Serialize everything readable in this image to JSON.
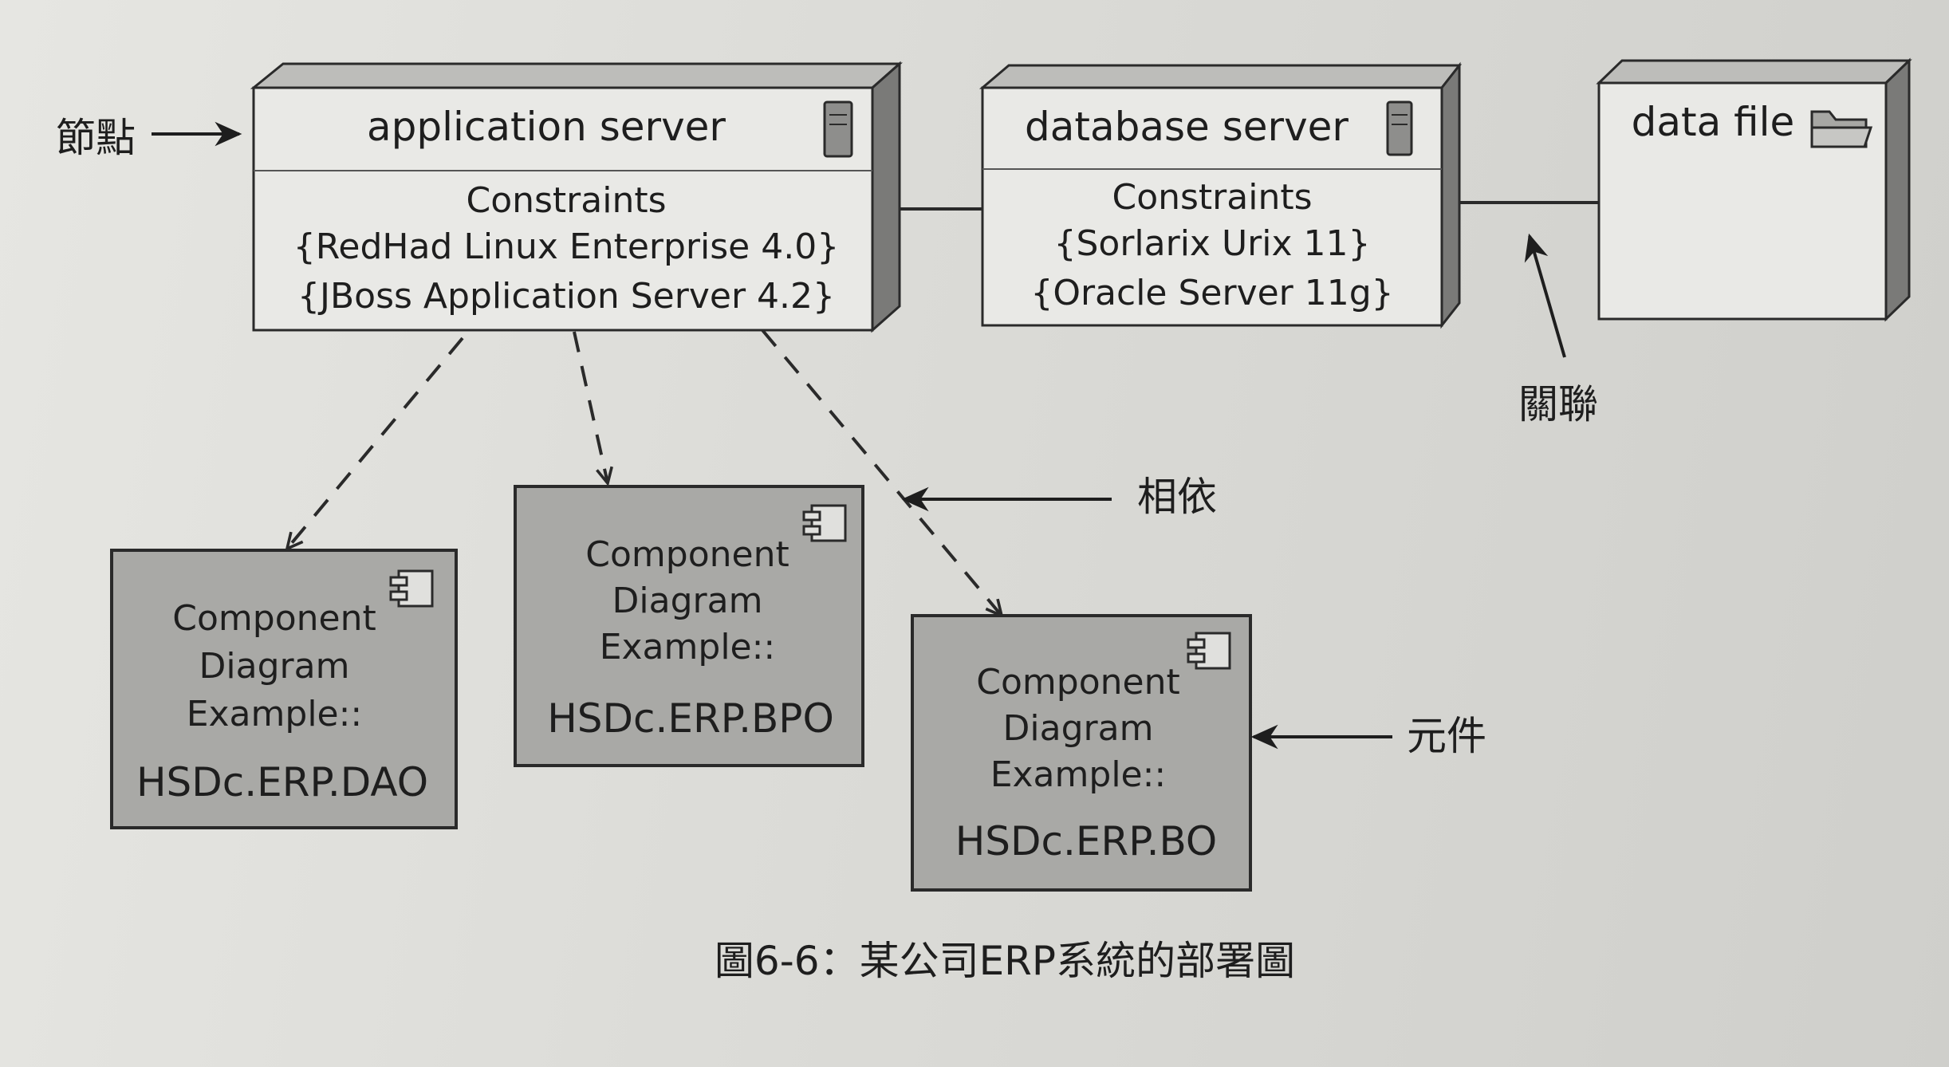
{
  "nodes": {
    "app_server": {
      "title": "application server",
      "constraints_label": "Constraints",
      "constraints": [
        "{RedHad Linux Enterprise 4.0}",
        "{JBoss Application Server 4.2}"
      ]
    },
    "db_server": {
      "title": "database server",
      "constraints_label": "Constraints",
      "constraints": [
        "{Sorlarix Urix 11}",
        "{Oracle Server 11g}"
      ]
    },
    "data_file": {
      "title": "data file"
    }
  },
  "components": {
    "dao": {
      "lines": [
        "Component",
        "Diagram",
        "Example::"
      ],
      "name": "HSDc.ERP.DAO"
    },
    "bpo": {
      "lines": [
        "Component",
        "Diagram",
        "Example::"
      ],
      "name": "HSDc.ERP.BPO"
    },
    "bo": {
      "lines": [
        "Component",
        "Diagram",
        "Example::"
      ],
      "name": "HSDc.ERP.BO"
    }
  },
  "annotations": {
    "node": "節點",
    "association": "關聯",
    "dependency": "相依",
    "component": "元件"
  },
  "caption": "圖6-6：某公司ERP系統的部署圖",
  "icons": {
    "server": "server-icon",
    "folder": "folder-icon",
    "component": "component-icon"
  },
  "colors": {
    "node_fill": "#e9e9e6",
    "node_side": "#7a7a78",
    "component_fill": "#a9a9a6",
    "line": "#2a2a2a"
  }
}
